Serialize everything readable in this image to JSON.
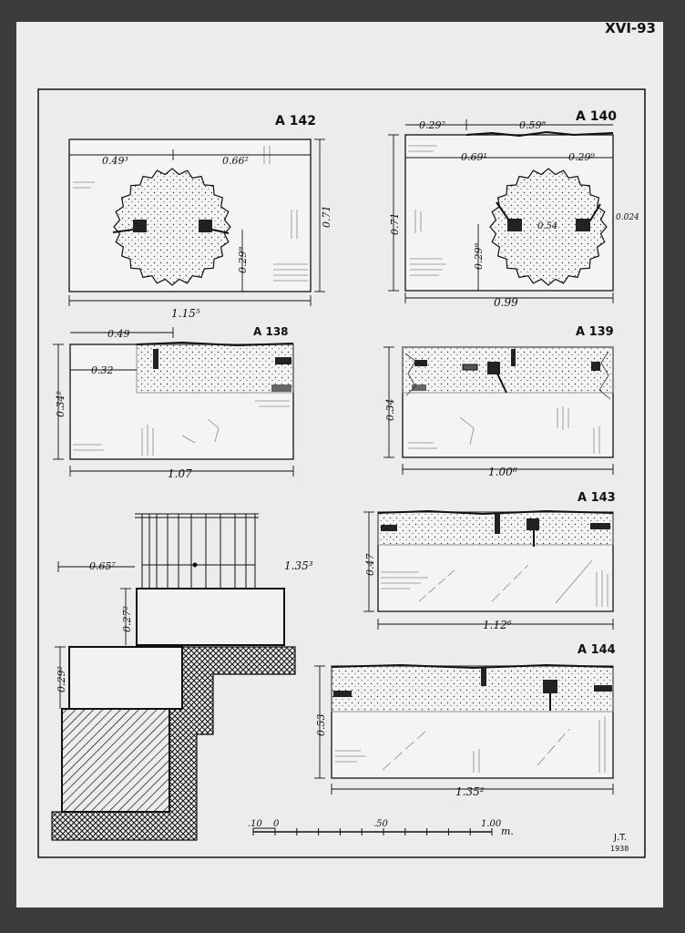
{
  "sheet": {
    "code": "XVI-93",
    "signature_initials": "J.T.",
    "signature_year": "1938"
  },
  "drawings": {
    "a142": {
      "label": "A 142",
      "dim_left": "0.49³",
      "dim_right": "0.66²",
      "dim_height": "0.71",
      "dim_center": "0.29⁹",
      "dim_width": "1.15⁵"
    },
    "a140": {
      "label": "A 140",
      "dim_top_left": "0.29²",
      "dim_top_right": "0.59⁸",
      "dim_left": "0.69¹",
      "dim_right": "0.29⁹",
      "dim_height": "0.71",
      "dim_center": "0.54",
      "dim_small": "0.024",
      "dim_lower": "0.29⁹",
      "dim_width": "0.99"
    },
    "a138": {
      "label": "A 138",
      "dim_top": "0.49",
      "dim_inner": "0.32",
      "dim_height": "0.34²",
      "dim_width": "1.07"
    },
    "a139": {
      "label": "A 139",
      "dim_height": "0.34",
      "dim_width": "1.00⁸"
    },
    "a143": {
      "label": "A 143",
      "dim_height": "0.47",
      "dim_width": "1.12⁶"
    },
    "a144": {
      "label": "A 144",
      "dim_height": "0.53",
      "dim_width": "1.35²"
    },
    "section": {
      "dim_offset": "0.65⁷",
      "dim_top": "1.35³",
      "dim_step_upper": "0.27²",
      "dim_step_lower": "0.29²"
    }
  },
  "scale": {
    "labels": [
      ".10",
      "0",
      ".50",
      "1.00"
    ],
    "unit": "m."
  }
}
